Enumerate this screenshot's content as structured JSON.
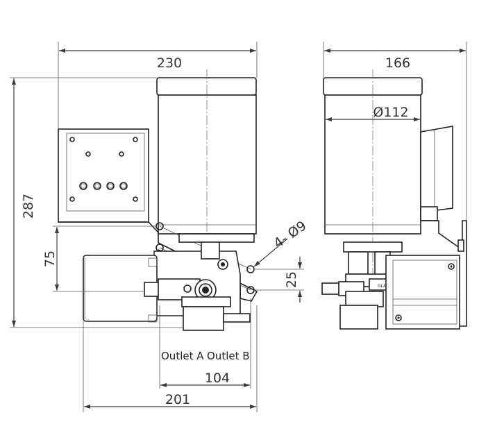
{
  "dimensions": {
    "front_width": "230",
    "side_width": "166",
    "diameter": "Ø112",
    "height": "287",
    "mount_height": "75",
    "mount_offset": "25",
    "holes": "4- Ø9",
    "outlet_span": "104",
    "base_width": "201"
  },
  "labels": {
    "outlet_a": "Outlet A",
    "outlet_b": "Outlet B",
    "gland": "GLAN"
  }
}
